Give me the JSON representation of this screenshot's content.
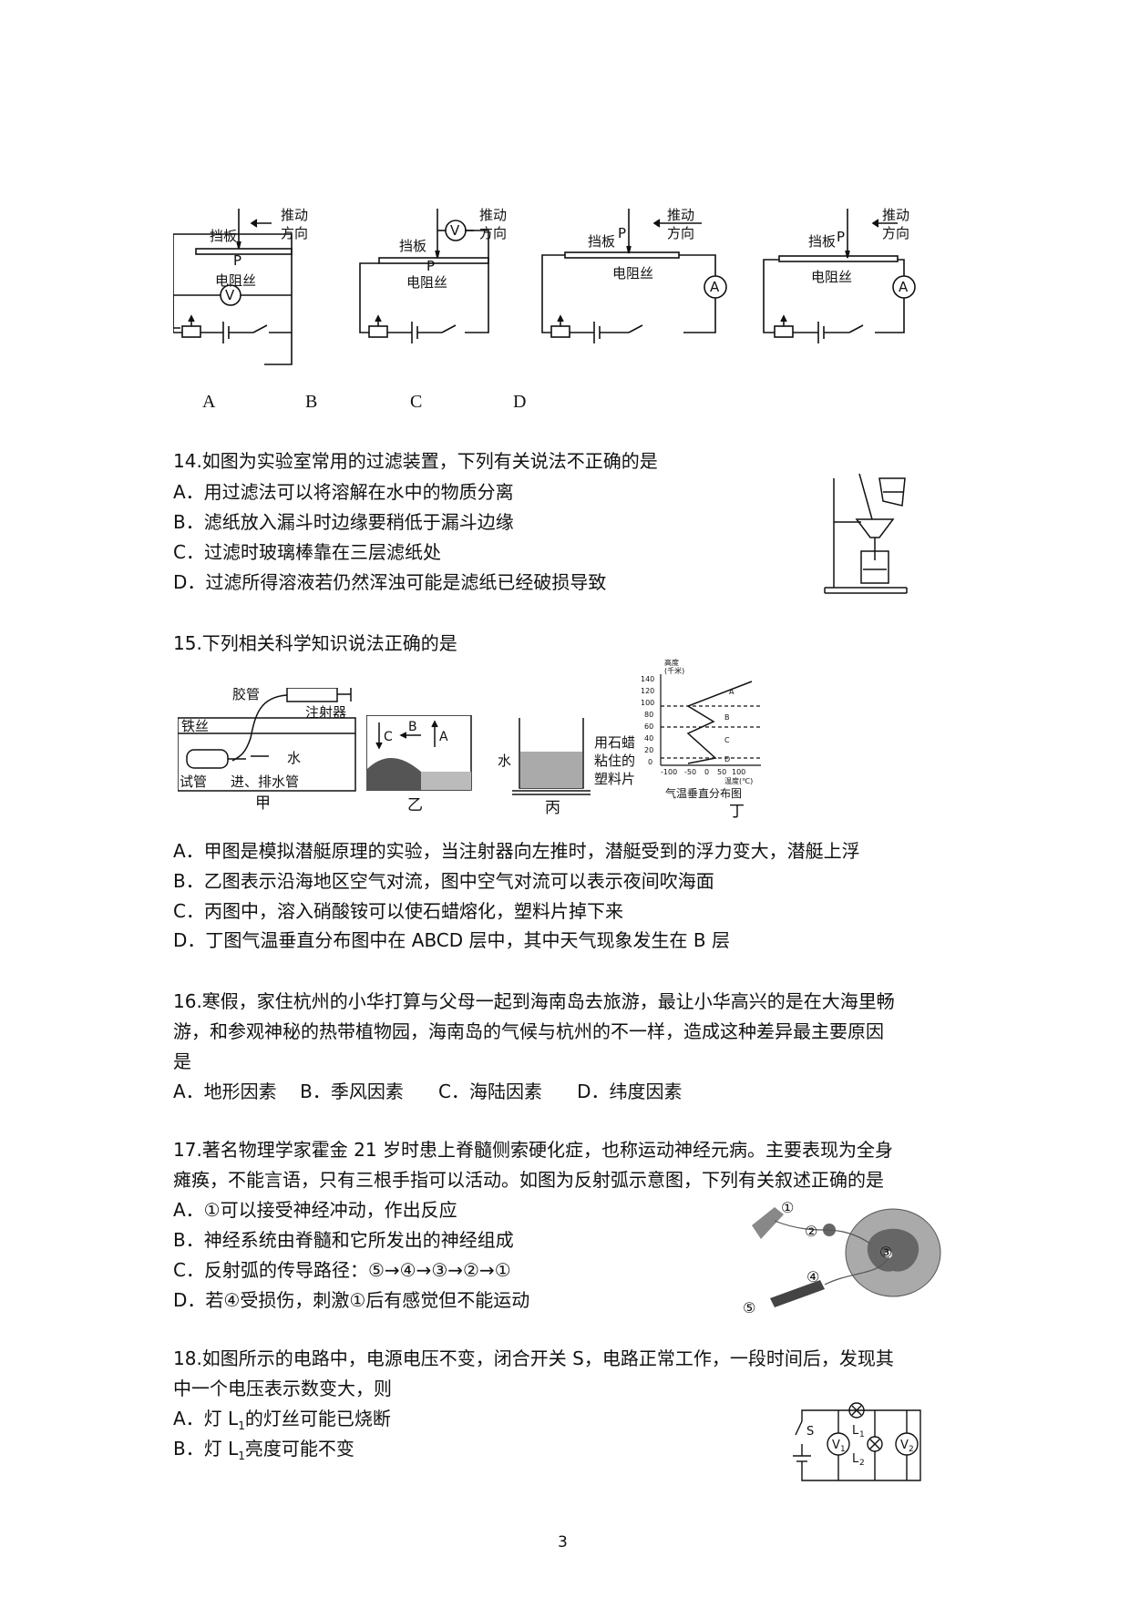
{
  "circuits": {
    "board": "挡板",
    "push1": "推动",
    "push2": "方向",
    "p": "P",
    "wire": "电阻丝",
    "v": "V",
    "a": "A",
    "labels": [
      "A",
      "B",
      "C",
      "D"
    ]
  },
  "q14": {
    "stem": "14.如图为实验室常用的过滤装置，下列有关说法不正确的是",
    "options": [
      "A．用过滤法可以将溶解在水中的物质分离",
      "B．滤纸放入漏斗时边缘要稍低于漏斗边缘",
      "C．过滤时玻璃棒靠在三层滤纸处",
      "D．过滤所得溶液若仍然浑浊可能是滤纸已经破损导致"
    ]
  },
  "q15": {
    "stem": "15.下列相关科学知识说法正确的是",
    "fig_jia": {
      "tube": "胶管",
      "syringe": "注射器",
      "wire": "铁丝",
      "test_tube": "试管",
      "water": "水",
      "drain": "进、排水管",
      "name": "甲"
    },
    "fig_yi": {
      "c": "C",
      "b": "B",
      "a": "A",
      "name": "乙"
    },
    "fig_bing": {
      "water": "水",
      "note1": "用石蜡",
      "note2": "粘住的",
      "note3": "塑料片",
      "name": "丙"
    },
    "fig_ding": {
      "ylabel1": "高度",
      "ylabel2": "(千米)",
      "yticks": [
        "140",
        "120",
        "100",
        "80",
        "60",
        "40",
        "20",
        "0"
      ],
      "xticks": [
        "-100",
        "-50",
        "0",
        "50",
        "100"
      ],
      "xlabel": "温度(℃)",
      "layers": [
        "A",
        "B",
        "C",
        "D"
      ],
      "caption": "气温垂直分布图",
      "name": "丁"
    },
    "options": [
      "A．甲图是模拟潜艇原理的实验，当注射器向左推时，潜艇受到的浮力变大，潜艇上浮",
      "B．乙图表示沿海地区空气对流，图中空气对流可以表示夜间吹海面",
      "C．丙图中，溶入硝酸铵可以使石蜡熔化，塑料片掉下来",
      "D．丁图气温垂直分布图中在 ABCD 层中，其中天气现象发生在 B 层"
    ]
  },
  "q16": {
    "stem1": "16.寒假，家住杭州的小华打算与父母一起到海南岛去旅游，最让小华高兴的是在大海里畅",
    "stem2": "游，和参观神秘的热带植物园，海南岛的气候与杭州的不一样，造成这种差异最主要原因",
    "stem3": "是",
    "options": "A．地形因素    B．季风因素      C．海陆因素      D．纬度因素"
  },
  "q17": {
    "stem1": "17.著名物理学家霍金 21 岁时患上脊髓侧索硬化症，也称运动神经元病。主要表现为全身",
    "stem2": "瘫痪，不能言语，只有三根手指可以活动。如图为反射弧示意图，下列有关叙述正确的是",
    "options": [
      "A．①可以接受神经冲动，作出反应",
      "B．神经系统由脊髓和它所发出的神经组成",
      "C．反射弧的传导路径：⑤→④→③→②→①",
      "D．若④受损伤，刺激①后有感觉但不能运动"
    ],
    "marks": [
      "①",
      "②",
      "③",
      "④",
      "⑤"
    ]
  },
  "q18": {
    "stem1": "18.如图所示的电路中，电源电压不变，闭合开关 S，电路正常工作，一段时间后，发现其",
    "stem2": "中一个电压表示数变大，则",
    "optA": "A．灯 L",
    "optA_sub": "1",
    "optA_rest": "的灯丝可能已烧断",
    "optB": "B．灯 L",
    "optB_sub": "1",
    "optB_rest": "亮度可能不变",
    "fig": {
      "s": "S",
      "v": "V",
      "v1sub": "1",
      "v2sub": "2",
      "l": "L",
      "l1sub": "1",
      "l2sub": "2"
    }
  },
  "page_number": "3"
}
